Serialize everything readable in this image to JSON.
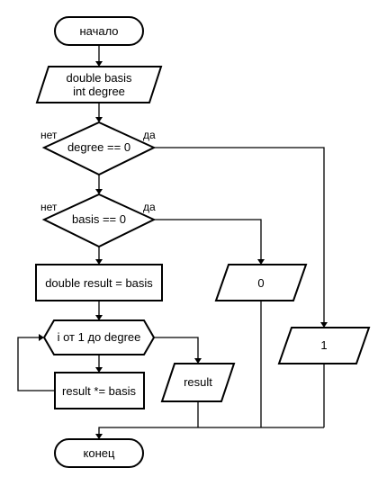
{
  "flowchart": {
    "start": "начало",
    "declaration": {
      "line1": "double basis",
      "line2": "int degree"
    },
    "decision_degree": {
      "condition": "degree == 0",
      "no_label": "нет",
      "yes_label": "да"
    },
    "decision_basis": {
      "condition": "basis == 0",
      "no_label": "нет",
      "yes_label": "да"
    },
    "init_result": "double result = basis",
    "loop": "i от 1 до degree",
    "multiply": "result *= basis",
    "output_result": "result",
    "output_zero": "0",
    "output_one": "1",
    "end": "конец"
  }
}
